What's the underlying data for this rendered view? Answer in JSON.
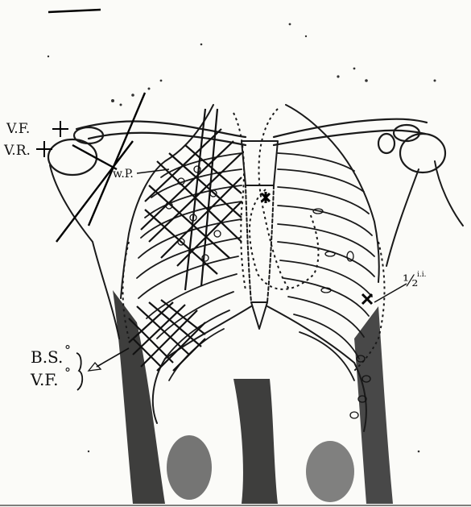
{
  "labels": {
    "vf_top": "V.F.",
    "vr_top": "V.R.",
    "wp": "w.P.",
    "half": "½",
    "bs": "B.S.",
    "vf_bottom": "V.F.",
    "deg_mark": "°",
    "half_suffix": "i.i."
  },
  "colors": {
    "ink": "#1a1a1a",
    "paper": "#fbfbf8",
    "shadow": "#202020"
  }
}
